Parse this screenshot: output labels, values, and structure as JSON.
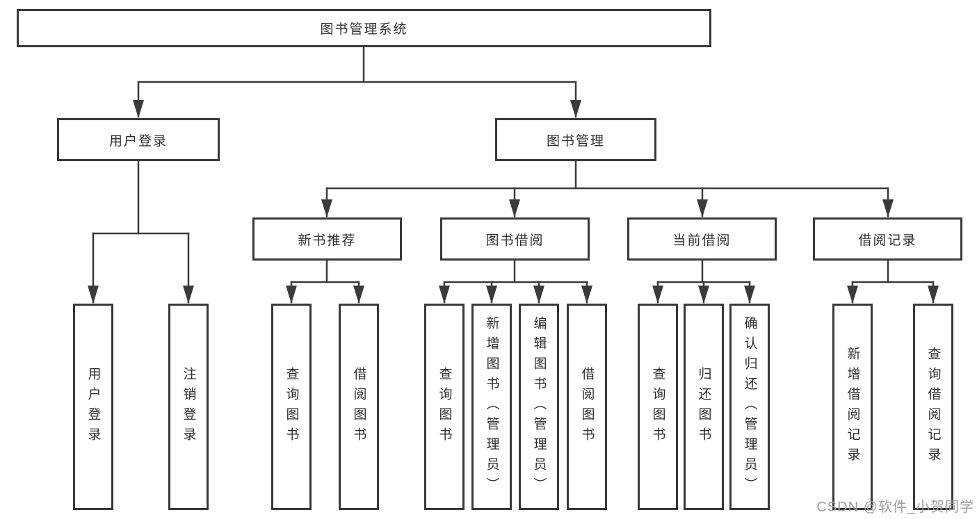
{
  "diagram": {
    "root": {
      "label": "图书管理系统"
    },
    "level2": [
      {
        "id": "user-login",
        "label": "用户登录"
      },
      {
        "id": "book-management",
        "label": "图书管理"
      }
    ],
    "level3": [
      {
        "id": "new-book-recommendation",
        "label": "新书推荐"
      },
      {
        "id": "book-borrowing",
        "label": "图书借阅"
      },
      {
        "id": "current-borrowing",
        "label": "当前借阅"
      },
      {
        "id": "borrowing-records",
        "label": "借阅记录"
      }
    ],
    "leaves": {
      "user_login": [
        {
          "label": "用户登录"
        },
        {
          "label": "注销登录"
        }
      ],
      "new_book": [
        {
          "label": "查询图书"
        },
        {
          "label": "借阅图书"
        }
      ],
      "book_borrow": [
        {
          "label": "查询图书"
        },
        {
          "label": "新增图书（管理员）"
        },
        {
          "label": "编辑图书（管理员）"
        },
        {
          "label": "借阅图书"
        }
      ],
      "current_borrow": [
        {
          "label": "查询图书"
        },
        {
          "label": "归还图书"
        },
        {
          "label": "确认归还（管理员）"
        }
      ],
      "borrow_record": [
        {
          "label": "新增借阅记录"
        },
        {
          "label": "查询借阅记录"
        }
      ]
    },
    "watermark": "CSDN @软件_小贺同学",
    "colors": {
      "line": "#3a3a3a",
      "box_border": "#383838",
      "text": "#2d2d2d",
      "watermark": "#9c9c9c",
      "background": "#ffffff"
    }
  }
}
